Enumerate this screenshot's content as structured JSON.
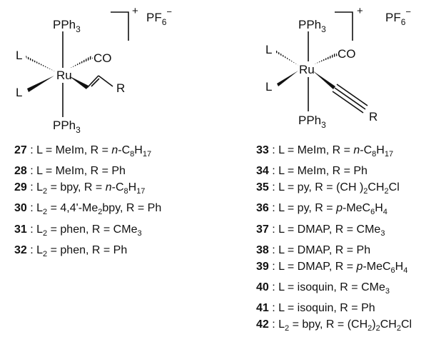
{
  "left_complex": {
    "charge": "+",
    "counterion": "PF6",
    "counterion_charge": "−",
    "top_ligand": "PPh3",
    "bottom_ligand": "PPh3",
    "metal": "Ru",
    "carbonyl": "CO",
    "ligand_upper": "L",
    "ligand_lower": "L",
    "substituent": "R"
  },
  "right_complex": {
    "charge": "+",
    "counterion": "PF6",
    "counterion_charge": "−",
    "top_ligand": "PPh3",
    "bottom_ligand": "PPh3",
    "metal": "Ru",
    "carbonyl": "CO",
    "ligand_upper": "L",
    "ligand_lower": "L",
    "substituent": "R"
  },
  "left_compounds": [
    {
      "num": "27",
      "ligand": "L = MeIm",
      "r": "R = n-C8H17"
    },
    {
      "num": "28",
      "ligand": "L =  MeIm",
      "r": "R = Ph"
    },
    {
      "num": "29",
      "ligand": "L2 = bpy",
      "r": "R = n-C8H17"
    },
    {
      "num": "30",
      "ligand": "L2 = 4,4'-Me2bpy",
      "r": "R = Ph"
    },
    {
      "num": "31",
      "ligand": "L2 = phen",
      "r": "R = CMe3"
    },
    {
      "num": "32",
      "ligand": "L2 = phen",
      "r": "R = Ph"
    }
  ],
  "right_compounds": [
    {
      "num": "33",
      "ligand": "L = MeIm",
      "r": "R = n-C8H17"
    },
    {
      "num": "34",
      "ligand": "L = MeIm",
      "r": "R =  Ph"
    },
    {
      "num": "35",
      "ligand": "L = py",
      "r": "R = (CH )2CH2Cl"
    },
    {
      "num": "36",
      "ligand": "L = py",
      "r": "R = p-MeC6H4"
    },
    {
      "num": "37",
      "ligand": "L = DMAP",
      "r": "R = CMe3"
    },
    {
      "num": "38",
      "ligand": "L = DMAP",
      "r": "R = Ph"
    },
    {
      "num": "39",
      "ligand": "L = DMAP",
      "r": "R = p-MeC6H4"
    },
    {
      "num": "40",
      "ligand": "L = isoquin",
      "r": "R = CMe3"
    },
    {
      "num": "41",
      "ligand": "L = isoquin",
      "r": "R = Ph"
    },
    {
      "num": "42",
      "ligand": "L2 = bpy",
      "r": "R = (CH2)2CH2Cl"
    }
  ]
}
